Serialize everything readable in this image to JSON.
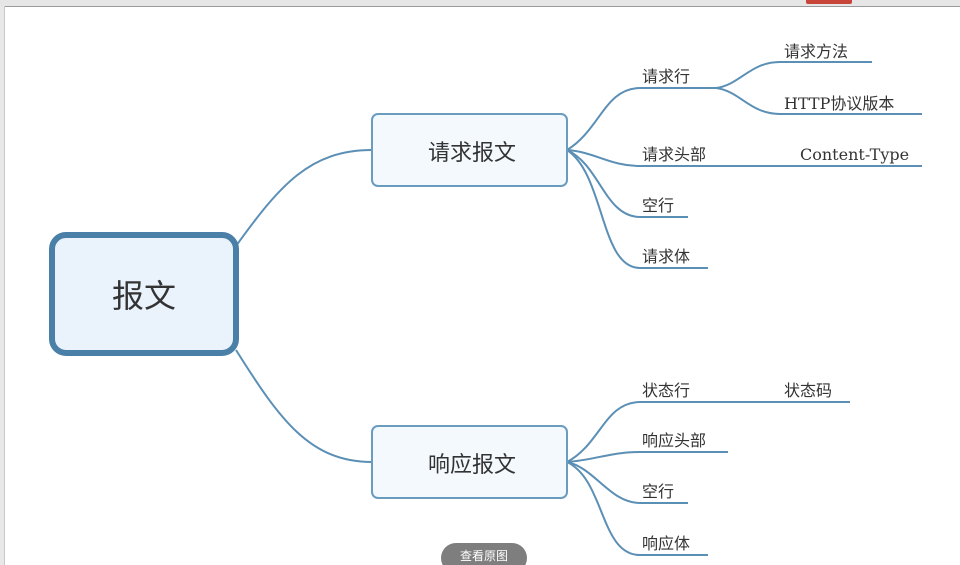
{
  "diagram": {
    "root": "报文",
    "request": {
      "title": "请求报文",
      "line": "请求行",
      "line_children": [
        "请求方法",
        "HTTP协议版本"
      ],
      "headers": "请求头部",
      "headers_child": "Content-Type",
      "blank": "空行",
      "body": "请求体"
    },
    "response": {
      "title": "响应报文",
      "line": "状态行",
      "line_child": "状态码",
      "headers": "响应头部",
      "blank": "空行",
      "body": "响应体"
    }
  },
  "overlay": {
    "view_original": "查看原图"
  },
  "colors": {
    "line": "#5b8fb5",
    "root_border": "#4a7fa8",
    "root_fill": "#eaf3fc",
    "node_border": "#6a9cc0",
    "node_fill": "#f4f9fd",
    "text": "#333333"
  }
}
